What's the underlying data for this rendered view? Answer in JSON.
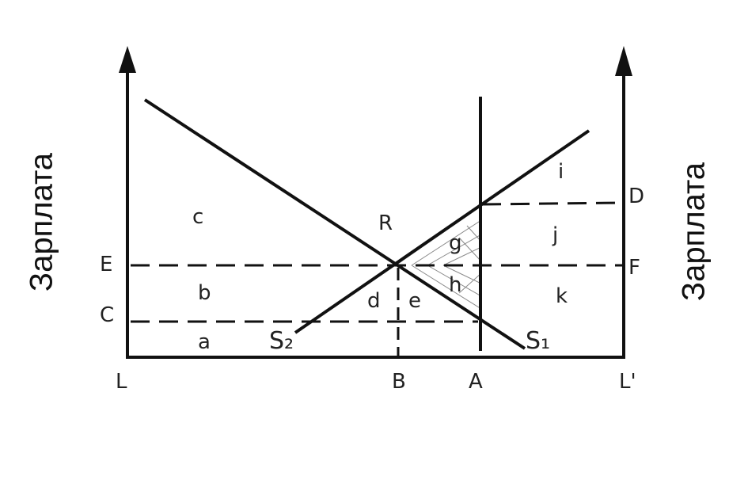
{
  "axis_titles": {
    "left": "Зарплата",
    "right": "Зарплата"
  },
  "axis_labels": {
    "origin_left": "L",
    "origin_right": "L'",
    "point_b": "B",
    "point_a": "A",
    "wage_e": "E",
    "wage_c": "C",
    "wage_d": "D",
    "wage_f": "F"
  },
  "curve_labels": {
    "s1": "S₁",
    "s2": "S₂",
    "intersection": "R"
  },
  "area_labels": {
    "c": "c",
    "b": "b",
    "a": "a",
    "d": "d",
    "e": "e",
    "g": "g",
    "h": "h",
    "i": "i",
    "j": "j",
    "k": "k"
  },
  "colors": {
    "ink": "#111111",
    "label": "#222222",
    "hatch": "#888888"
  }
}
